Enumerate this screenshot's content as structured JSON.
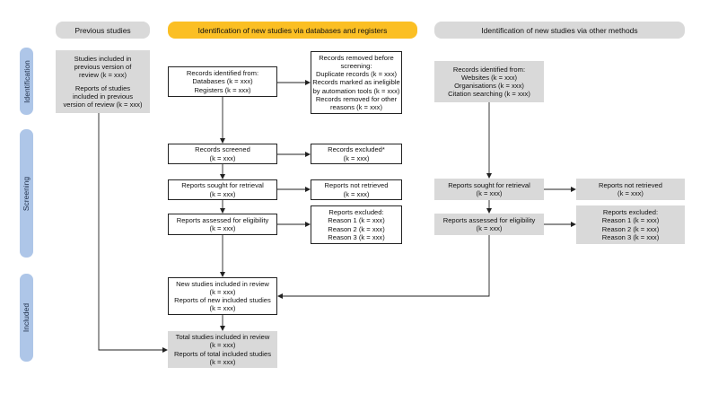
{
  "headers": {
    "previous": "Previous studies",
    "databases": "Identification of new studies via databases and registers",
    "other": "Identification of new studies via other methods"
  },
  "phases": {
    "identification": "Identification",
    "screening": "Screening",
    "included": "Included"
  },
  "previous_box": {
    "l1": "Studies included in",
    "l2": "previous version of",
    "l3": "review (k = xxx)",
    "l4": "Reports of studies",
    "l5": "included in previous",
    "l6": "version of review (k = xxx)"
  },
  "records_identified": {
    "l1": "Records identified from:",
    "l2": "Databases (k = xxx)",
    "l3": "Registers (k = xxx)"
  },
  "records_removed": {
    "l1": "Records removed before",
    "l2": "screening:",
    "l3": "Duplicate records (k = xxx)",
    "l4": "Records marked as ineligible",
    "l5": "by automation tools (k = xxx)",
    "l6": "Records removed for other",
    "l7": "reasons (k = xxx)"
  },
  "other_identified": {
    "l1": "Records identified from:",
    "l2": "Websites (k = xxx)",
    "l3": "Organisations (k = xxx)",
    "l4": "Citation searching (k = xxx)"
  },
  "records_screened": {
    "l1": "Records screened",
    "l2": "(k = xxx)"
  },
  "records_excluded": {
    "l1": "Records excluded*",
    "l2": "(k = xxx)"
  },
  "reports_sought": {
    "l1": "Reports sought for retrieval",
    "l2": "(k = xxx)"
  },
  "reports_not_retrieved": {
    "l1": "Reports not retrieved",
    "l2": "(k = xxx)"
  },
  "reports_assessed": {
    "l1": "Reports assessed for eligibility",
    "l2": "(k = xxx)"
  },
  "reports_excluded": {
    "l1": "Reports excluded:",
    "l2": "Reason 1 (k = xxx)",
    "l3": "Reason 2 (k = xxx)",
    "l4": "Reason 3 (k = xxx)"
  },
  "other_sought": {
    "l1": "Reports sought for retrieval",
    "l2": "(k = xxx)"
  },
  "other_not_retrieved": {
    "l1": "Reports not retrieved",
    "l2": "(k = xxx)"
  },
  "other_assessed": {
    "l1": "Reports assessed for eligibility",
    "l2": "(k = xxx)"
  },
  "other_excluded": {
    "l1": "Reports excluded:",
    "l2": "Reason 1 (k = xxx)",
    "l3": "Reason 2 (k = xxx)",
    "l4": "Reason 3 (k = xxx)"
  },
  "new_included": {
    "l1": "New studies included in review",
    "l2": "(k = xxx)",
    "l3": "Reports of new included studies",
    "l4": "(k = xxx)"
  },
  "total_included": {
    "l1": "Total studies included in review",
    "l2": "(k = xxx)",
    "l3": "Reports of total included studies",
    "l4": "(k = xxx)"
  },
  "colors": {
    "header_grey": "#d9d9d9",
    "header_yellow": "#fbbf24",
    "phase_blue": "#aec6e8",
    "box_grey": "#d9d9d9"
  }
}
